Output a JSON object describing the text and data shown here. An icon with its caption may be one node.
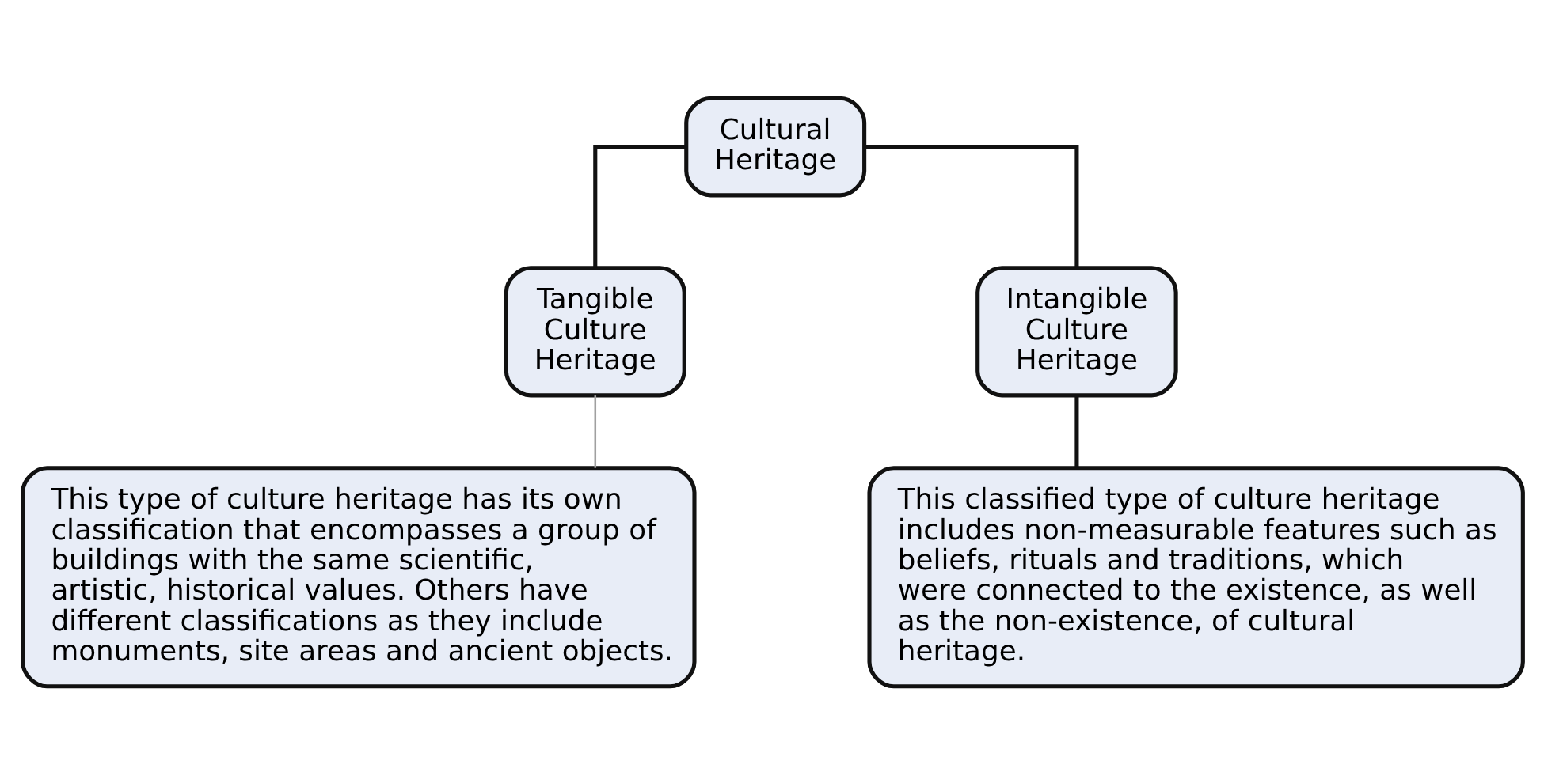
{
  "diagram": {
    "nodes": [
      {
        "text": [
          "Cultural Heritage"
        ]
      },
      {
        "text": [
          "Tangible Culture Heritage"
        ]
      },
      {
        "text": [
          "Intangible Culture Heritage"
        ]
      },
      {
        "text": [
          "This type of culture heritage has its own classification that encompasses a group of buildings with the same scientific, artistic, historical values. Others have different classifications as they include monuments, site areas and ancient objects."
        ]
      },
      {
        "text": [
          "This classified type of culture heritage includes non-measurable features such as beliefs, rituals and traditions, which were connected to the existence, as well as the non-existence, of cultural heritage."
        ]
      }
    ],
    "edges": [
      {
        "from": 0,
        "to": 1,
        "arrow": "none"
      },
      {
        "from": 0,
        "to": 2,
        "arrow": "none"
      },
      {
        "from": 1,
        "to": 3,
        "arrow": "none",
        "color": "#a0a0a0"
      },
      {
        "from": 2,
        "to": 4,
        "arrow": "none"
      }
    ]
  }
}
